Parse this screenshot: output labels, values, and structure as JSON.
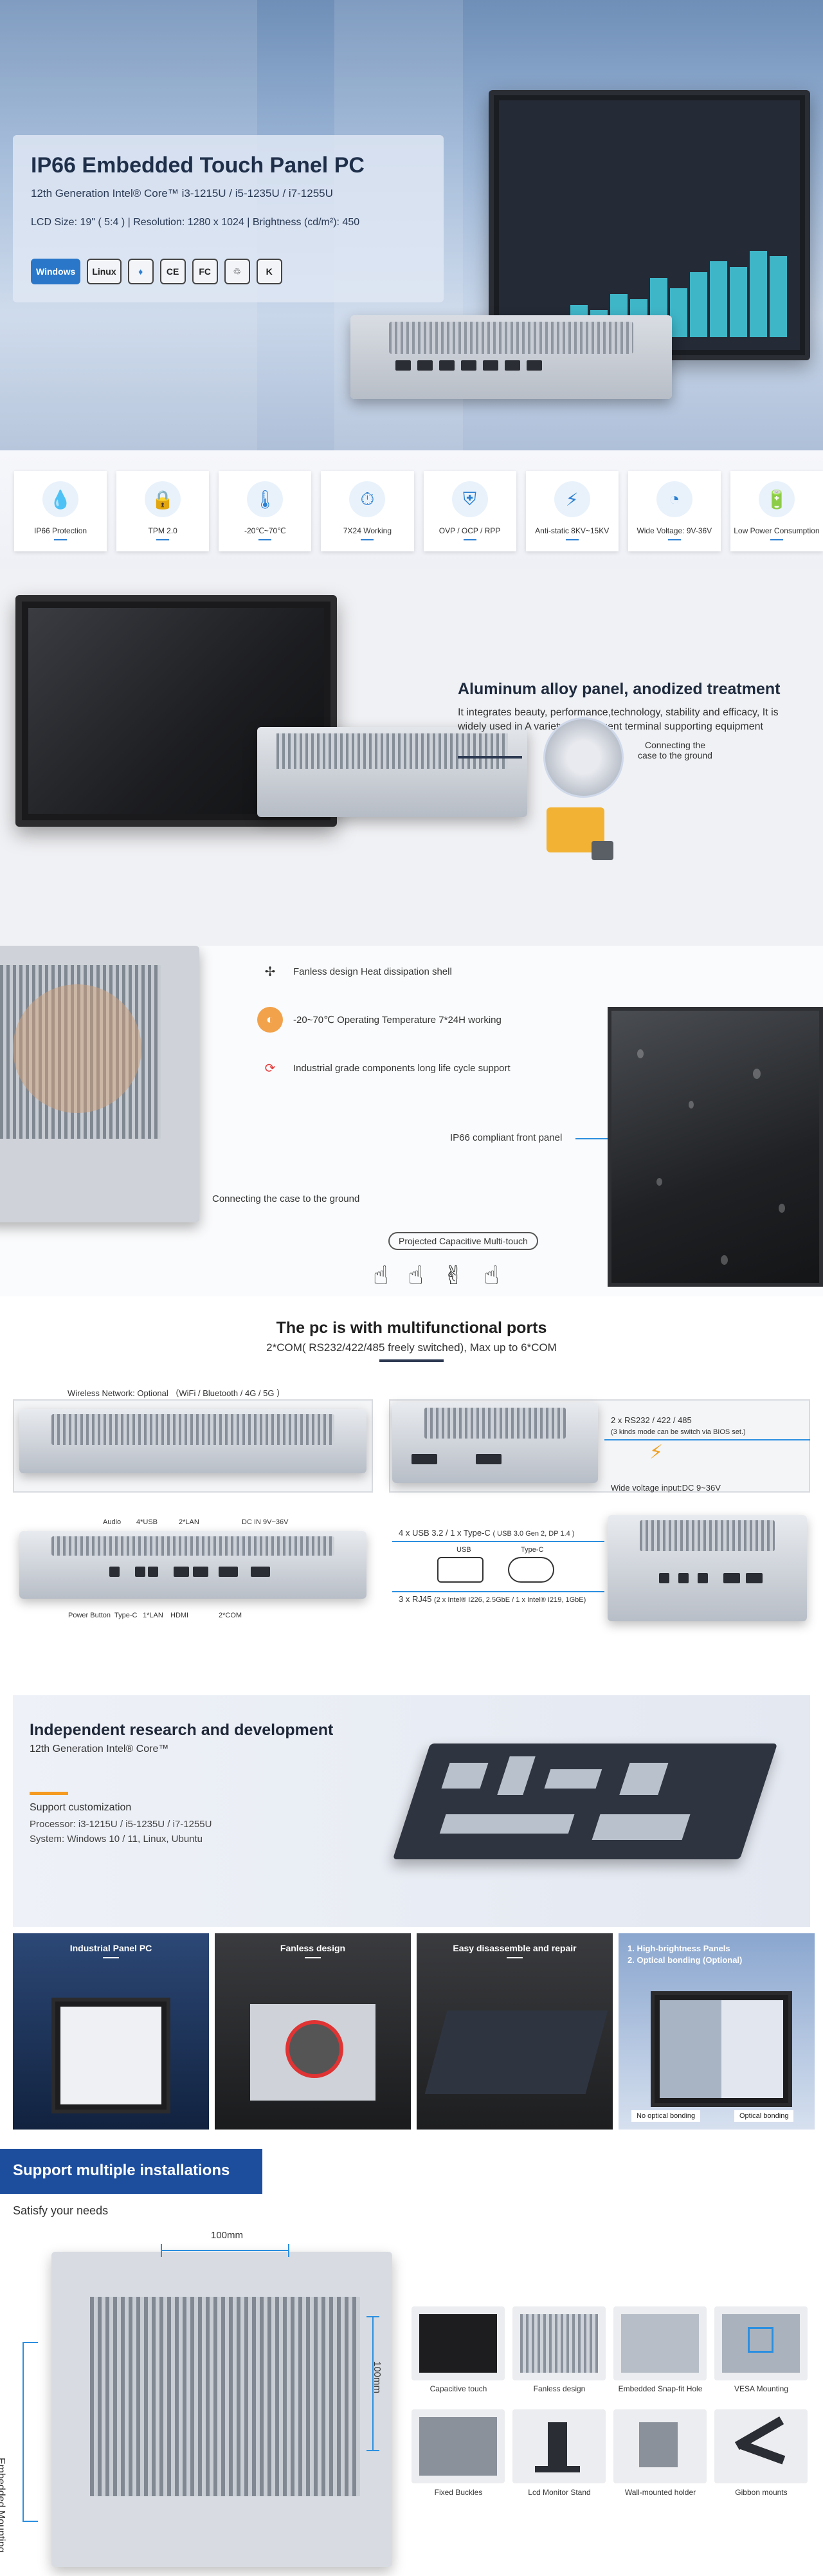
{
  "hero": {
    "title": "IP66 Embedded Touch Panel PC",
    "subtitle": "12th Generation Intel® Core™ i3-1215U / i5-1235U / i7-1255U",
    "specs": "LCD Size: 19\" ( 5:4 )  |  Resolution: 1280 x 1024  |  Brightness (cd/m²): 450",
    "badges": [
      "Windows",
      "Linux",
      "♦",
      "CE",
      "FC",
      "♲",
      "K"
    ]
  },
  "features": [
    {
      "icon": "ip-protection-icon",
      "label": "IP66 Protection"
    },
    {
      "icon": "tpm-icon",
      "label": "TPM 2.0"
    },
    {
      "icon": "thermometer-icon",
      "label": "-20℃~70℃"
    },
    {
      "icon": "clock-24-icon",
      "label": "7X24 Working"
    },
    {
      "icon": "shield-protection-icon",
      "label": "OVP / OCP / RPP"
    },
    {
      "icon": "anti-static-icon",
      "label": "Anti-static 8KV~15KV"
    },
    {
      "icon": "gauge-icon",
      "label": "Wide Voltage: 9V-36V"
    },
    {
      "icon": "battery-icon",
      "label": "Low Power Consumption"
    }
  ],
  "aluminum": {
    "title": "Aluminum alloy panel, anodized treatment",
    "text": "It integrates beauty, performance,technology, stability and efficacy, It is widely used in A variety of intelligent terminal supporting equipment",
    "screw_label": "Connecting the case to the ground"
  },
  "fanless": {
    "lines": [
      "Fanless design Heat dissipation shell",
      "-20~70℃ Operating Temperature 7*24H working",
      "Industrial grade components long life cycle support"
    ],
    "ip66_label": "IP66 compliant front panel",
    "ground_label": "Connecting the case to the ground",
    "multitouch": "Projected Capacitive Multi-touch"
  },
  "ports": {
    "title": "The pc is with multifunctional ports",
    "subtitle": "2*COM( RS232/422/485 freely switched), Max up to 6*COM",
    "wireless": "Wireless Network: Optional （WiFi / Bluetooth / 4G / 5G ）",
    "rs232": "2 x RS232 / 422 / 485",
    "bios_note": "(3 kinds mode can be switch via BIOS set.)",
    "wide_voltage": "Wide voltage input:DC 9~36V",
    "usb": "4 x USB 3.2 / 1 x Type-C",
    "usb_note": "( USB 3.0 Gen 2, DP 1.4 )",
    "rj45": "3 x RJ45",
    "rj45_note": "(2 x Intel® I226, 2.5GbE / 1 x Intel® I219, 1GbE)",
    "usb_label": "USB",
    "typec_label": "Type-C",
    "top_labels": [
      "Audio",
      "4*USB",
      "2*LAN",
      "DC IN 9V~36V"
    ],
    "bottom_labels": [
      "Power Button",
      "Type-C",
      "1*LAN",
      "HDMI",
      "2*COM"
    ]
  },
  "rnd": {
    "title": "Independent research and development",
    "subtitle": "12th Generation Intel® Core™",
    "support": "Support customization",
    "processor": "Processor: i3-1215U / i5-1235U / i7-1255U",
    "system": "System: Windows 10 / 11,   Linux, Ubuntu"
  },
  "gallery": [
    {
      "title": "Industrial Panel PC"
    },
    {
      "title": "Fanless design"
    },
    {
      "title": "Easy disassemble and repair"
    },
    {
      "title": "1. High-brightness Panels\n2. Optical bonding (Optional)"
    }
  ],
  "gallery_tags": {
    "no_optical": "No optical bonding",
    "optical": "Optical bonding"
  },
  "install": {
    "tab": "Support multiple installations",
    "sub": "Satisfy your needs",
    "dim_h": "100mm",
    "dim_v": "100mm",
    "embed": "Embedded Mounting",
    "thumbs": [
      "Capacitive touch",
      "Fanless design",
      "Embedded Snap-fit Hole",
      "VESA Mounting",
      "Fixed Buckles",
      "Lcd Monitor Stand",
      "Wall-mounted holder",
      "Gibbon mounts"
    ]
  }
}
